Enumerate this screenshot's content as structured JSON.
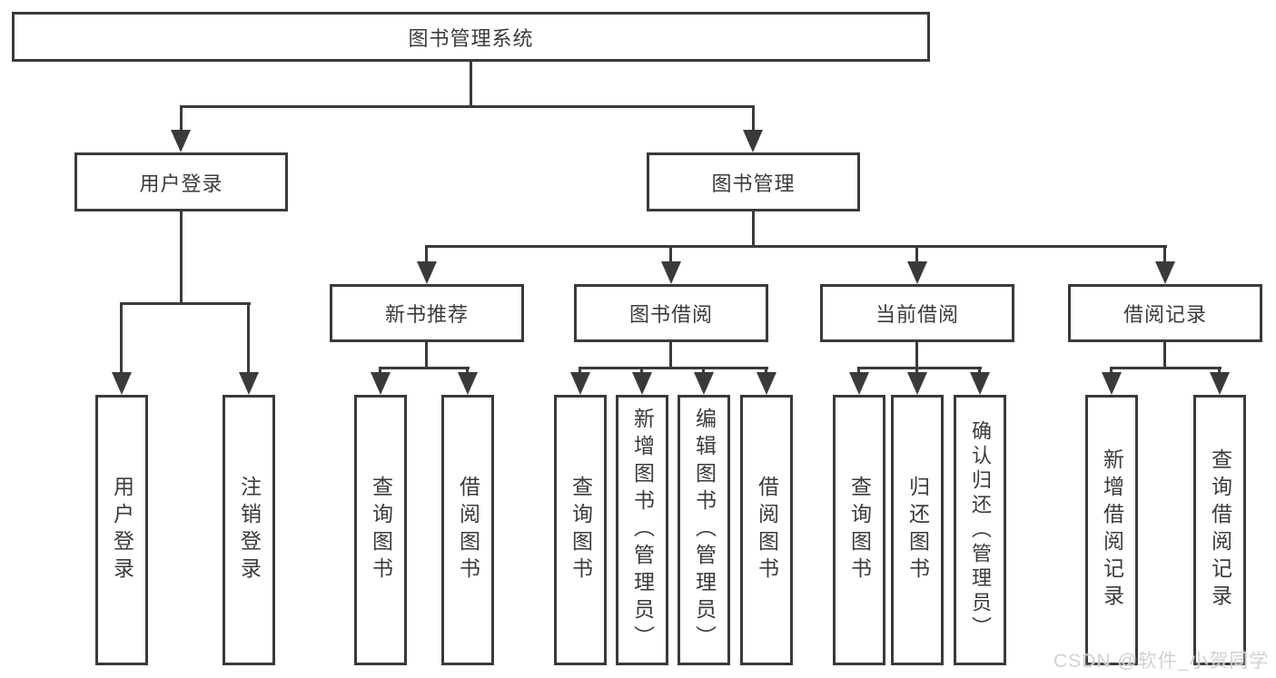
{
  "root_label": "图书管理系统",
  "branches": {
    "user": {
      "label": "用户登录",
      "leaves": [
        "用户登录",
        "注销登录"
      ]
    },
    "book": {
      "label": "图书管理"
    }
  },
  "modules": [
    {
      "label": "新书推荐",
      "leaves": [
        "查询图书",
        "借阅图书"
      ]
    },
    {
      "label": "图书借阅",
      "leaves": [
        "查询图书",
        "新增图书（管理员）",
        "编辑图书（管理员）",
        "借阅图书"
      ]
    },
    {
      "label": "当前借阅",
      "leaves": [
        "查询图书",
        "归还图书",
        "确认归还（管理员）"
      ]
    },
    {
      "label": "借阅记录",
      "leaves": [
        "新增借阅记录",
        "查询借阅记录"
      ]
    }
  ],
  "watermark": {
    "text": "CSDN @软件_小贺同学"
  },
  "colors": {
    "line": "#3a3a3a",
    "background": "#ffffff",
    "watermark": "#cecece"
  }
}
